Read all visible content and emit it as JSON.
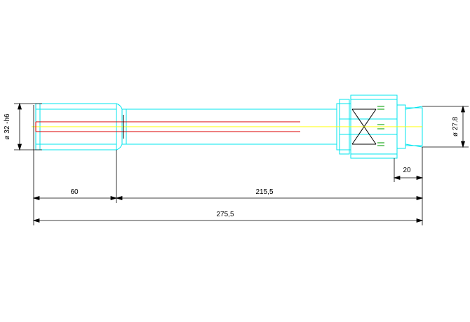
{
  "dimensions": {
    "diameter_left": "ø 32 -h6",
    "diameter_right": "ø 27.8",
    "length_left": "60",
    "length_middle": "215,5",
    "length_right_small": "20",
    "length_total": "275,5"
  },
  "colors": {
    "outline": "#00e5ee",
    "centerline": "#ffff00",
    "bore": "#dd0000",
    "dimension": "#000000",
    "accent_marks": "#22aa22",
    "background": "#ffffff"
  }
}
